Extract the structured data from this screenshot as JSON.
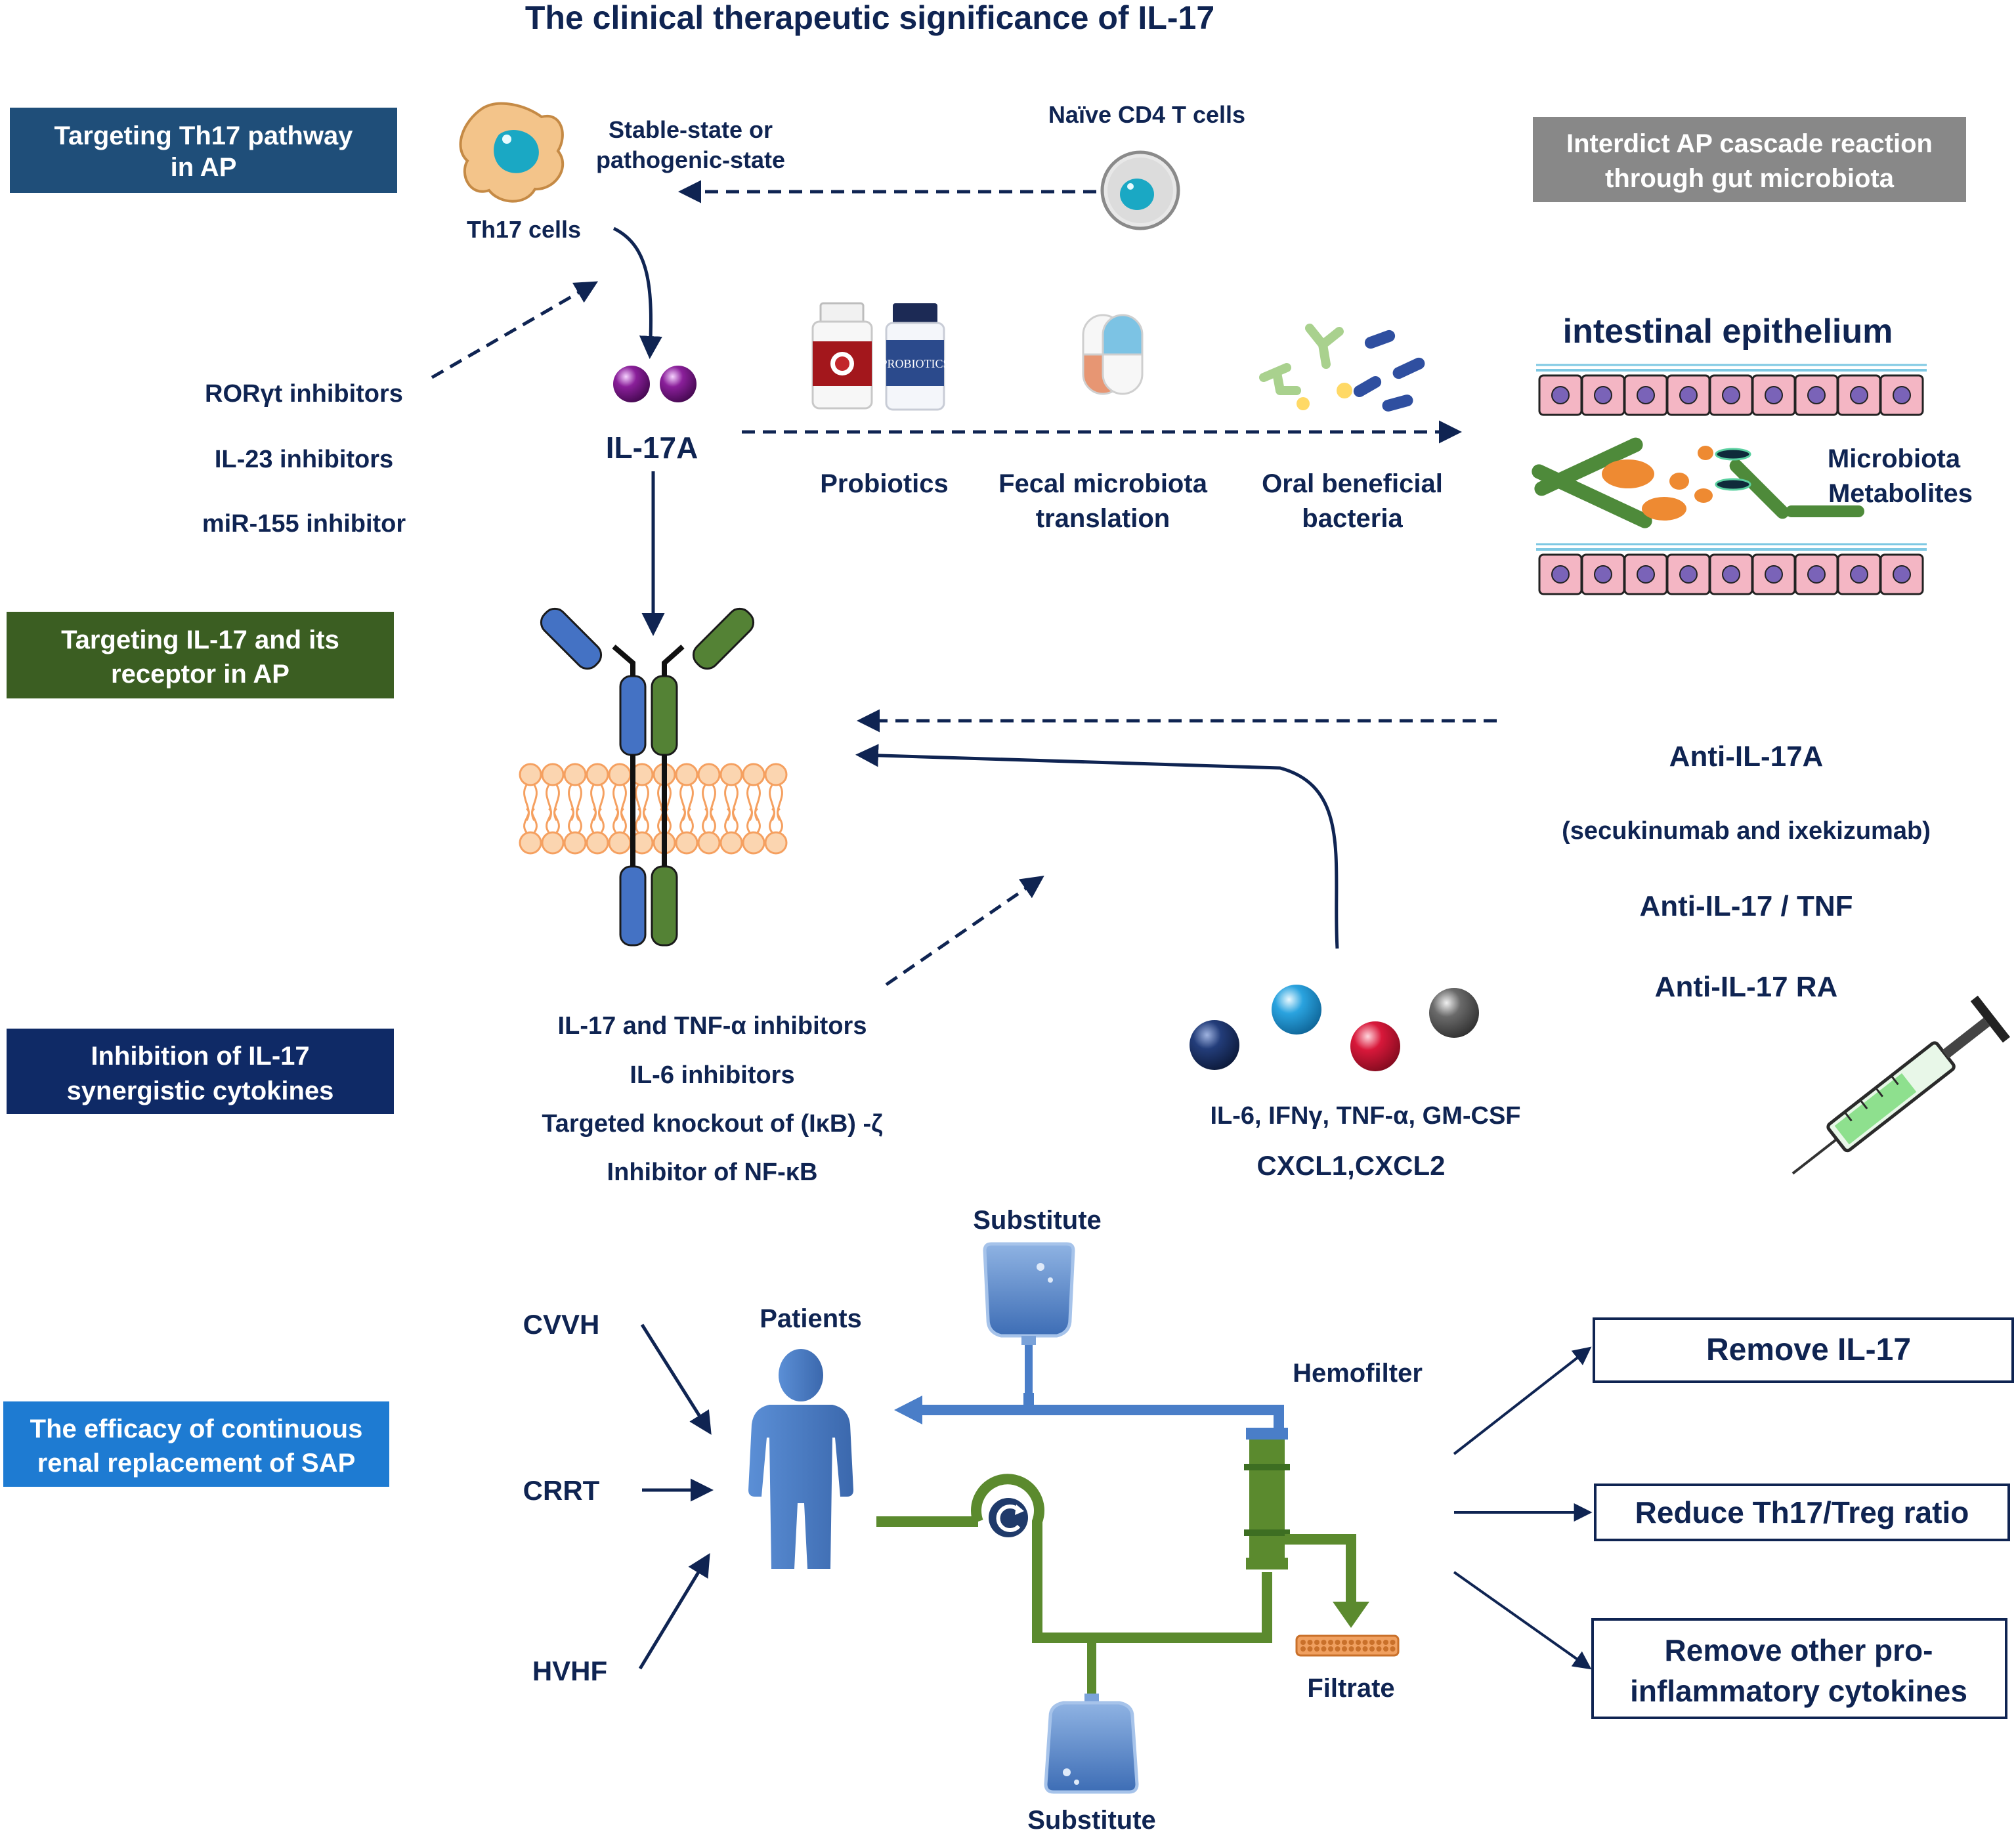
{
  "title": "The clinical therapeutic significance of IL-17",
  "colors": {
    "navy": "#0f2452",
    "box_th17": "#1f4e79",
    "box_il17": "#3b5e22",
    "box_synergy": "#0f2a66",
    "box_crrt": "#1e7bd2",
    "box_gut": "#888888",
    "receptor_blue": "#4472c4",
    "receptor_green": "#548235",
    "membrane": "#f5a060",
    "tube_blue": "#4a7ec8",
    "tube_green": "#5b8a2e"
  },
  "section_boxes": {
    "th17": [
      "Targeting Th17 pathway",
      "in AP"
    ],
    "il17": [
      "Targeting IL-17 and its",
      "receptor in AP"
    ],
    "synergy": [
      "Inhibition of IL-17",
      "synergistic cytokines"
    ],
    "crrt": [
      "The efficacy of continuous",
      "renal replacement of SAP"
    ],
    "gut": [
      "Interdict AP cascade reaction",
      "through gut microbiota"
    ]
  },
  "th17_pathway": {
    "state_label": [
      "Stable-state or",
      "pathogenic-state"
    ],
    "naive_label": "Naïve CD4 T cells",
    "th17_label": "Th17 cells",
    "inhibitors": [
      "RORγt inhibitors",
      "IL-23 inhibitors",
      "miR-155 inhibitor"
    ],
    "il17a_label": "IL-17A"
  },
  "gut": {
    "interventions": [
      [
        "Probiotics"
      ],
      [
        "Fecal microbiota",
        "translation"
      ],
      [
        "Oral beneficial",
        "bacteria"
      ]
    ],
    "bottle_label": "PROBIOTICS",
    "epithelium_title": "intestinal epithelium",
    "microbiota_label": [
      "Microbiota",
      "Metabolites"
    ]
  },
  "antibodies": [
    "Anti-IL-17A",
    "(secukinumab and ixekizumab)",
    "Anti-IL-17 / TNF",
    "Anti-IL-17 RA"
  ],
  "synergy_inhibitors": [
    "IL-17 and TNF-α inhibitors",
    "IL-6 inhibitors",
    "Targeted knockout of (IκB) -ζ",
    "Inhibitor of NF-κB"
  ],
  "cytokines": [
    "IL-6,  IFNγ,  TNF-α,  GM-CSF",
    "CXCL1,CXCL2"
  ],
  "crrt": {
    "modes": [
      "CVVH",
      "CRRT",
      "HVHF"
    ],
    "patients_label": "Patients",
    "substitute_top": "Substitute",
    "substitute_bottom": "Substitute",
    "hemofilter_label": "Hemofilter",
    "filtrate_label": "Filtrate",
    "outcomes": [
      [
        "Remove IL-17"
      ],
      [
        "Reduce Th17/Treg ratio"
      ],
      [
        "Remove other pro-",
        "inflammatory cytokines"
      ]
    ]
  }
}
